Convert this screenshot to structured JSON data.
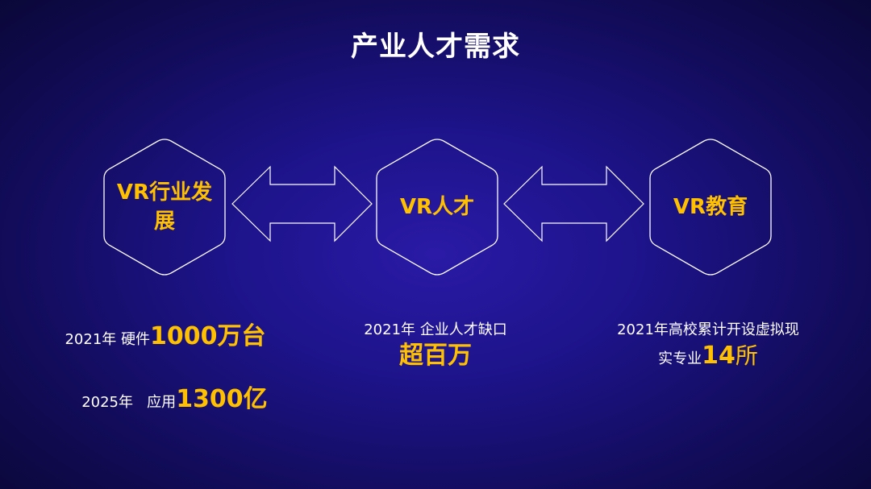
{
  "slide": {
    "title": "产业人才需求"
  },
  "nodes": [
    {
      "label": "VR行业发展"
    },
    {
      "label": "VR人才"
    },
    {
      "label": "VR教育"
    }
  ],
  "stats": {
    "industry": {
      "line1_prefix": "2021年 硬件",
      "line1_value": "1000万台",
      "line2_prefix": "2025年   应用",
      "line2_value": "1300亿"
    },
    "talent": {
      "line1": "2021年 企业人才缺口",
      "value": "超百万"
    },
    "education": {
      "line1": "2021年高校累计开设虚拟现",
      "line2_prefix": "实专业",
      "line2_value": "14",
      "line2_suffix": "所"
    }
  },
  "colors": {
    "accent": "#ffc000",
    "background": "#1d1389",
    "text": "#ffffff"
  }
}
